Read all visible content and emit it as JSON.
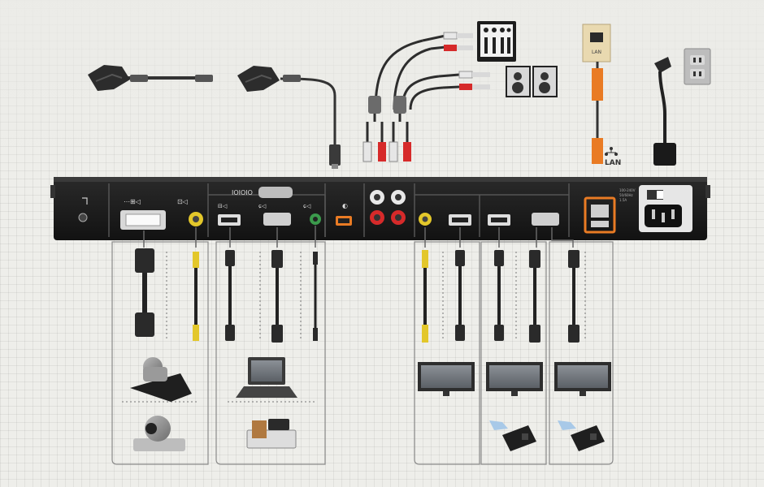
{
  "panel": {
    "serial_label": "IOIOIO",
    "lan_label": "LAN",
    "power_note_1": "100-240V",
    "power_note_2": "50/60Hz",
    "power_note_3": "1.5A"
  },
  "icons": [
    "microphone-icon",
    "camera-input-icon",
    "composite-input-icon",
    "hdmi-input-icon",
    "vga-input-icon",
    "audio-input-icon",
    "mic-port-icon",
    "line-out-icon",
    "monitor-icon",
    "projector-icon",
    "laptop-icon",
    "ptz-camera-icon",
    "document-camera-icon",
    "audio-mixer-icon",
    "speakers-icon",
    "lan-jack-icon",
    "power-outlet-icon"
  ],
  "colors": {
    "panel": "#1b1b1b",
    "connector_yellow": "#e3c72a",
    "connector_red": "#d62a2a",
    "lan_highlight": "#e97b24",
    "box_stroke": "#8a8a8a"
  }
}
